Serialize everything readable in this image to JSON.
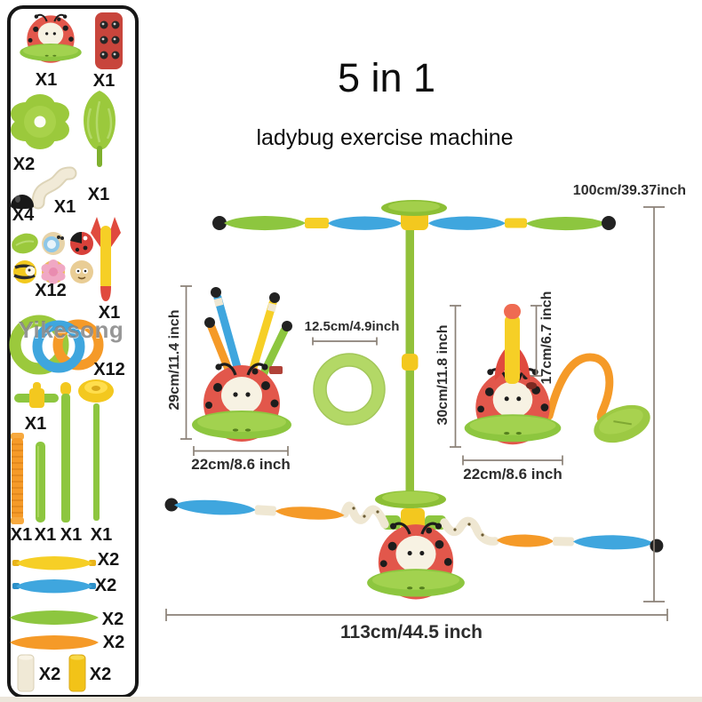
{
  "header": {
    "title": "5 in 1",
    "subtitle": "ladybug exercise machine"
  },
  "watermark": "Yikesong",
  "parts_panel": {
    "items": [
      {
        "part": "ladybug spinner base",
        "qty": "X1"
      },
      {
        "part": "remote control",
        "qty": "X1"
      },
      {
        "part": "flower disc",
        "qty": "X2"
      },
      {
        "part": "leaf paddle",
        "qty": "X1"
      },
      {
        "part": "curved white tube",
        "qty": "X1"
      },
      {
        "part": "black end cap",
        "qty": "X4"
      },
      {
        "part": "insect stickers",
        "qty": "X12"
      },
      {
        "part": "foam rocket",
        "qty": "X1"
      },
      {
        "part": "toss rings",
        "qty": "X12"
      },
      {
        "part": "t-connector bar",
        "qty": "X1"
      },
      {
        "part": "orange ribbed pole",
        "qty": "X1"
      },
      {
        "part": "short green pole",
        "qty": "X1"
      },
      {
        "part": "medium green pole",
        "qty": "X1"
      },
      {
        "part": "flower-top pole",
        "qty": "X1"
      },
      {
        "part": "yellow blade",
        "qty": "X2"
      },
      {
        "part": "blue blade",
        "qty": "X2"
      },
      {
        "part": "green blade",
        "qty": "X2"
      },
      {
        "part": "orange blade",
        "qty": "X2"
      },
      {
        "part": "white sleeve",
        "qty": "X2"
      },
      {
        "part": "yellow sleeve",
        "qty": "X2"
      }
    ]
  },
  "annotations": {
    "total_height": "100cm/39.37inch",
    "total_width": "113cm/44.5 inch",
    "stick_game_height": "29cm/11.4 inch",
    "stick_game_width": "22cm/8.6 inch",
    "ring_diameter": "12.5cm/4.9inch",
    "rocket_game_height": "30cm/11.8 inch",
    "rocket_height": "17cm/6.7 inch",
    "rocket_game_width": "22cm/8.6 inch"
  },
  "colors": {
    "lime_green": "#9bc93c",
    "blue": "#3fa6de",
    "yellow": "#f6cf26",
    "orange": "#f59a28",
    "ladybug_red": "#e2574b",
    "cream": "#efe7d2",
    "dimension_line": "#8b8177",
    "text": "#1f1f1f"
  }
}
